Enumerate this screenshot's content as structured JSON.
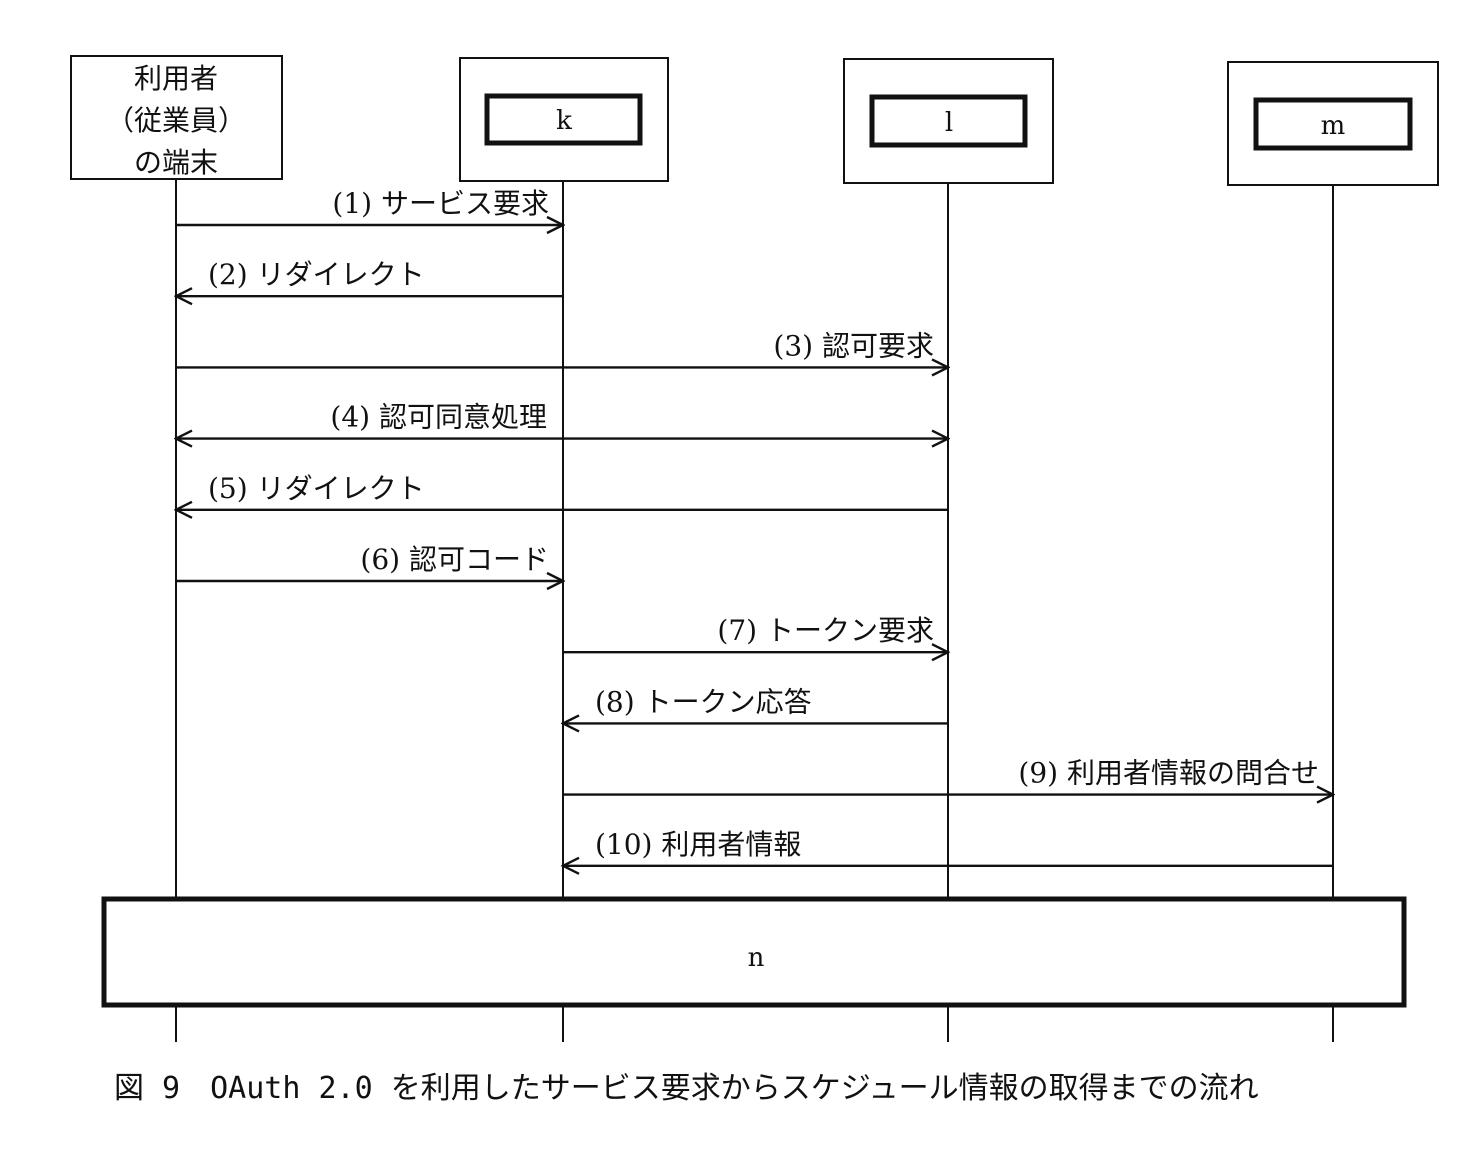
{
  "diagram": {
    "type": "sequence",
    "participants": [
      {
        "id": "user",
        "label_lines": [
          "利用者",
          "（従業員）",
          "の端末"
        ],
        "placeholder": false
      },
      {
        "id": "k",
        "label": "k",
        "placeholder": true
      },
      {
        "id": "l",
        "label": "l",
        "placeholder": true
      },
      {
        "id": "m",
        "label": "m",
        "placeholder": true
      }
    ],
    "messages": [
      {
        "label": "(1) サービス要求",
        "from": "user",
        "to": "k",
        "bidirectional": false
      },
      {
        "label": "(2) リダイレクト",
        "from": "k",
        "to": "user",
        "bidirectional": false
      },
      {
        "label": "(3) 認可要求",
        "from": "user",
        "to": "l",
        "bidirectional": false
      },
      {
        "label": "(4) 認可同意処理",
        "from": "user",
        "to": "l",
        "bidirectional": true
      },
      {
        "label": "(5) リダイレクト",
        "from": "l",
        "to": "user",
        "bidirectional": false
      },
      {
        "label": "(6) 認可コード",
        "from": "user",
        "to": "k",
        "bidirectional": false
      },
      {
        "label": "(7) トークン要求",
        "from": "k",
        "to": "l",
        "bidirectional": false
      },
      {
        "label": "(8) トークン応答",
        "from": "l",
        "to": "k",
        "bidirectional": false
      },
      {
        "label": "(9) 利用者情報の問合せ",
        "from": "k",
        "to": "m",
        "bidirectional": false
      },
      {
        "label": "(10) 利用者情報",
        "from": "m",
        "to": "k",
        "bidirectional": false
      }
    ],
    "bottom_box": {
      "label": "n"
    },
    "caption": "図 9　OAuth 2.0 を利用したサービス要求からスケジュール情報の取得までの流れ"
  }
}
